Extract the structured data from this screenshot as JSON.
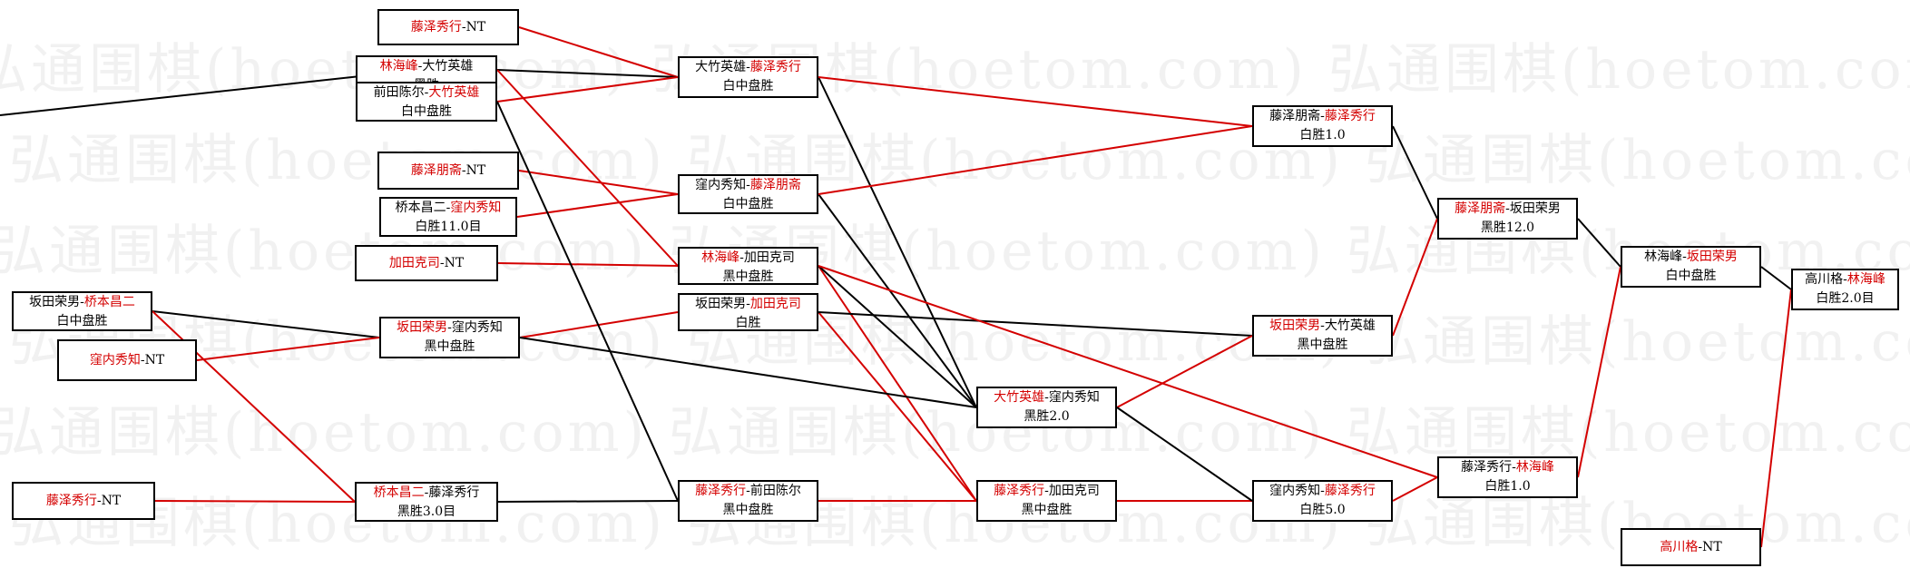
{
  "watermark": "弘通围棋(hoetom.com) 弘通围棋(hoetom.com) 弘通围棋(hoetom.com) 弘通围棋",
  "colors": {
    "winner": "#d40000",
    "line_win": "#d40000",
    "line_other": "#000000",
    "watermark": "#d9d9d9"
  },
  "nodes": [
    {
      "id": "n1",
      "name": "fujisawa-hideyuki-nt",
      "p1": "藤泽秀行",
      "sep": "-",
      "p2": "NT",
      "win": 1,
      "result": ""
    },
    {
      "id": "n2",
      "name": "lin-haifeng-vs-otake-hideo",
      "p1": "林海峰",
      "sep": "-",
      "p2": "大竹英雄",
      "win": 1,
      "result": "黑胜"
    },
    {
      "id": "n3",
      "name": "maeda-chinjiro-vs-otake-hideo",
      "p1": "前田陈尔",
      "sep": "-",
      "p2": "大竹英雄",
      "win": 2,
      "result": "白中盘胜"
    },
    {
      "id": "n4",
      "name": "fujisawa-hosai-nt",
      "p1": "藤泽朋斋",
      "sep": "-",
      "p2": "NT",
      "win": 1,
      "result": ""
    },
    {
      "id": "n5",
      "name": "hashimoto-shoji-vs-kubouchi-hidetomo",
      "p1": "桥本昌二",
      "sep": "-",
      "p2": "窪内秀知",
      "win": 2,
      "result": "白胜11.0目"
    },
    {
      "id": "n6",
      "name": "kata-katsuji-nt",
      "p1": "加田克司",
      "sep": "-",
      "p2": "NT",
      "win": 1,
      "result": ""
    },
    {
      "id": "n7",
      "name": "sakata-eio-vs-hashimoto-shoji",
      "p1": "坂田荣男",
      "sep": "-",
      "p2": "桥本昌二",
      "win": 2,
      "result": "白中盘胜"
    },
    {
      "id": "n8",
      "name": "kubouchi-hidetomo-nt",
      "p1": "窪内秀知",
      "sep": "-",
      "p2": "NT",
      "win": 1,
      "result": ""
    },
    {
      "id": "n9",
      "name": "fujisawa-hideyuki-nt-2",
      "p1": "藤泽秀行",
      "sep": "-",
      "p2": "NT",
      "win": 1,
      "result": ""
    },
    {
      "id": "n10",
      "name": "otake-vs-fujisawa-hideyuki",
      "p1": "大竹英雄",
      "sep": "-",
      "p2": "藤泽秀行",
      "win": 2,
      "result": "白中盘胜"
    },
    {
      "id": "n11",
      "name": "kubouchi-vs-fujisawa-hosai",
      "p1": "窪内秀知",
      "sep": "-",
      "p2": "藤泽朋斋",
      "win": 2,
      "result": "白中盘胜"
    },
    {
      "id": "n12",
      "name": "lin-haifeng-vs-kata",
      "p1": "林海峰",
      "sep": "-",
      "p2": "加田克司",
      "win": 1,
      "result": "黑中盘胜"
    },
    {
      "id": "n13",
      "name": "sakata-vs-kata",
      "p1": "坂田荣男",
      "sep": "-",
      "p2": "加田克司",
      "win": 2,
      "result": "白胜"
    },
    {
      "id": "n14",
      "name": "sakata-vs-kubouchi",
      "p1": "坂田荣男",
      "sep": "-",
      "p2": "窪内秀知",
      "win": 1,
      "result": "黑中盘胜"
    },
    {
      "id": "n15",
      "name": "hashimoto-vs-fujisawa-hideyuki",
      "p1": "桥本昌二",
      "sep": "-",
      "p2": "藤泽秀行",
      "win": 1,
      "result": "黑胜3.0目"
    },
    {
      "id": "n16",
      "name": "fujisawa-hideyuki-vs-maeda",
      "p1": "藤泽秀行",
      "sep": "-",
      "p2": "前田陈尔",
      "win": 1,
      "result": "黑中盘胜"
    },
    {
      "id": "n17",
      "name": "fujisawa-hideyuki-vs-kata",
      "p1": "藤泽秀行",
      "sep": "-",
      "p2": "加田克司",
      "win": 1,
      "result": "黑中盘胜"
    },
    {
      "id": "n18",
      "name": "otake-vs-kubouchi",
      "p1": "大竹英雄",
      "sep": "-",
      "p2": "窪内秀知",
      "win": 1,
      "result": "黑胜2.0"
    },
    {
      "id": "n19",
      "name": "fujisawa-hosai-vs-fujisawa-hideyuki",
      "p1": "藤泽朋斋",
      "sep": "-",
      "p2": "藤泽秀行",
      "win": 2,
      "result": "白胜1.0"
    },
    {
      "id": "n20",
      "name": "sakata-vs-otake",
      "p1": "坂田荣男",
      "sep": "-",
      "p2": "大竹英雄",
      "win": 1,
      "result": "黑中盘胜"
    },
    {
      "id": "n21",
      "name": "kubouchi-vs-fujisawa-hideyuki",
      "p1": "窪内秀知",
      "sep": "-",
      "p2": "藤泽秀行",
      "win": 2,
      "result": "白胜5.0"
    },
    {
      "id": "n22",
      "name": "fujisawa-hosai-vs-sakata",
      "p1": "藤泽朋斋",
      "sep": "-",
      "p2": "坂田荣男",
      "win": 1,
      "result": "黑胜12.0"
    },
    {
      "id": "n23",
      "name": "fujisawa-hideyuki-vs-lin-haifeng",
      "p1": "藤泽秀行",
      "sep": "-",
      "p2": "林海峰",
      "win": 2,
      "result": "白胜1.0"
    },
    {
      "id": "n24",
      "name": "lin-haifeng-vs-sakata",
      "p1": "林海峰",
      "sep": "-",
      "p2": "坂田荣男",
      "win": 2,
      "result": "白中盘胜"
    },
    {
      "id": "n25",
      "name": "takagawa-nt",
      "p1": "高川格",
      "sep": "-",
      "p2": "NT",
      "win": 1,
      "result": ""
    },
    {
      "id": "n26",
      "name": "final-takagawa-vs-lin-haifeng",
      "p1": "高川格",
      "sep": "-",
      "p2": "林海峰",
      "win": 2,
      "result": "白胜2.0目"
    }
  ],
  "edges": [
    {
      "from": "n1",
      "to": "n10",
      "c": "r"
    },
    {
      "from": "n2",
      "to": "n10",
      "c": "k"
    },
    {
      "from": "n3",
      "to": "n10",
      "c": "r"
    },
    {
      "from": "n4",
      "to": "n11",
      "c": "r"
    },
    {
      "from": "n5",
      "to": "n11",
      "c": "r"
    },
    {
      "from": "n6",
      "to": "n12",
      "c": "r"
    },
    {
      "from": "n2",
      "to": "n12",
      "c": "r"
    },
    {
      "from": "n7",
      "to": "n14",
      "c": "k"
    },
    {
      "from": "n8",
      "to": "n14",
      "c": "r"
    },
    {
      "from": "n9",
      "to": "n15",
      "c": "r"
    },
    {
      "from": "n7",
      "to": "n15",
      "c": "r"
    },
    {
      "from": "n14",
      "to": "n13",
      "c": "r"
    },
    {
      "from": "n3",
      "to": "n16",
      "c": "k"
    },
    {
      "from": "n15",
      "to": "n16",
      "c": "k"
    },
    {
      "from": "n12",
      "to": "n17",
      "c": "r"
    },
    {
      "from": "n13",
      "to": "n17",
      "c": "r"
    },
    {
      "from": "n14",
      "to": "n18",
      "c": "k"
    },
    {
      "from": "n10",
      "to": "n18",
      "c": "k"
    },
    {
      "from": "n11",
      "to": "n18",
      "c": "k"
    },
    {
      "from": "n12",
      "to": "n18",
      "c": "k"
    },
    {
      "from": "n10",
      "to": "n19",
      "c": "r"
    },
    {
      "from": "n11",
      "to": "n19",
      "c": "r"
    },
    {
      "from": "n13",
      "to": "n20",
      "c": "k"
    },
    {
      "from": "n18",
      "to": "n20",
      "c": "r"
    },
    {
      "from": "n16",
      "to": "n21",
      "c": "r"
    },
    {
      "from": "n17",
      "to": "n21",
      "c": "r"
    },
    {
      "from": "n18",
      "to": "n21",
      "c": "k"
    },
    {
      "from": "n19",
      "to": "n22",
      "c": "k"
    },
    {
      "from": "n20",
      "to": "n22",
      "c": "r"
    },
    {
      "from": "n21",
      "to": "n23",
      "c": "r"
    },
    {
      "from": "n12",
      "to": "n23",
      "c": "r"
    },
    {
      "from": "n22",
      "to": "n24",
      "c": "k"
    },
    {
      "from": "n23",
      "to": "n24",
      "c": "r"
    },
    {
      "from": "n24",
      "to": "n26",
      "c": "k"
    },
    {
      "from": "n25",
      "to": "n26",
      "c": "r"
    }
  ]
}
